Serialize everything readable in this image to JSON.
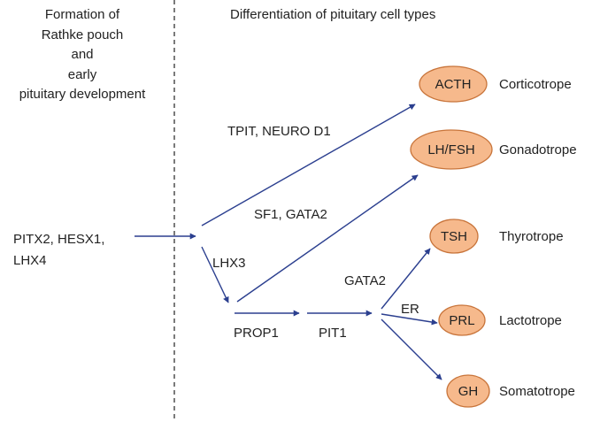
{
  "headings": {
    "left": [
      "Formation of",
      "Rathke pouch",
      "and",
      "early",
      "pituitary development"
    ],
    "right": "Differentiation of pituitary cell types"
  },
  "factors": {
    "upstream": [
      "PITX2, HESX1,",
      "LHX4"
    ],
    "lhx3": "LHX3",
    "tpit_neurod1": "TPIT, NEURO D1",
    "sf1_gata2": "SF1, GATA2",
    "prop1": "PROP1",
    "pit1": "PIT1",
    "gata2": "GATA2",
    "er": "ER"
  },
  "hormones": {
    "acth": "ACTH",
    "lhfsh": "LH/FSH",
    "tsh": "TSH",
    "prl": "PRL",
    "gh": "GH"
  },
  "cell_types": {
    "corticotrope": "Corticotrope",
    "gonadotrope": "Gonadotrope",
    "thyrotrope": "Thyrotrope",
    "lactotrope": "Lactotrope",
    "somatotrope": "Somatotrope"
  },
  "colors": {
    "arrow": "#2b3f8f",
    "node_fill": "#f6b98c",
    "node_stroke": "#c8743a",
    "divider": "#333333",
    "text": "#222222"
  }
}
